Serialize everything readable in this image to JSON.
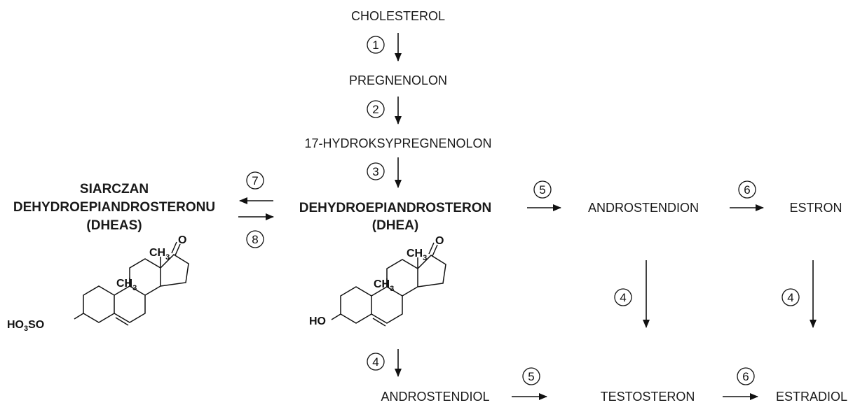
{
  "compounds": {
    "cholesterol": "CHOLESTEROL",
    "pregnenolon": "PREGNENOLON",
    "hydroxypregnenolon": "17-HYDROKSYPREGNENOLON",
    "dheas_line1": "SIARCZAN",
    "dheas_line2": "DEHYDROEPIANDROSTERONU",
    "dheas_line3": "(DHEAS)",
    "dhea_line1": "DEHYDROEPIANDROSTERON",
    "dhea_line2": "(DHEA)",
    "androstendion": "ANDROSTENDION",
    "estron": "ESTRON",
    "androstendiol": "ANDROSTENDIOL",
    "testosteron": "TESTOSTERON",
    "estradiol": "ESTRADIOL"
  },
  "enzymes": {
    "step1": "1",
    "step2": "2",
    "step3": "3",
    "step4": "4",
    "step5": "5",
    "step6": "6",
    "step7": "7",
    "step8": "8"
  },
  "atoms": {
    "oxygen": "O",
    "methyl": "CH",
    "methyl_sub": "3",
    "hydroxyl": "HO",
    "sulfate_a": "HO",
    "sulfate_sub": "3",
    "sulfate_b": "SO"
  }
}
